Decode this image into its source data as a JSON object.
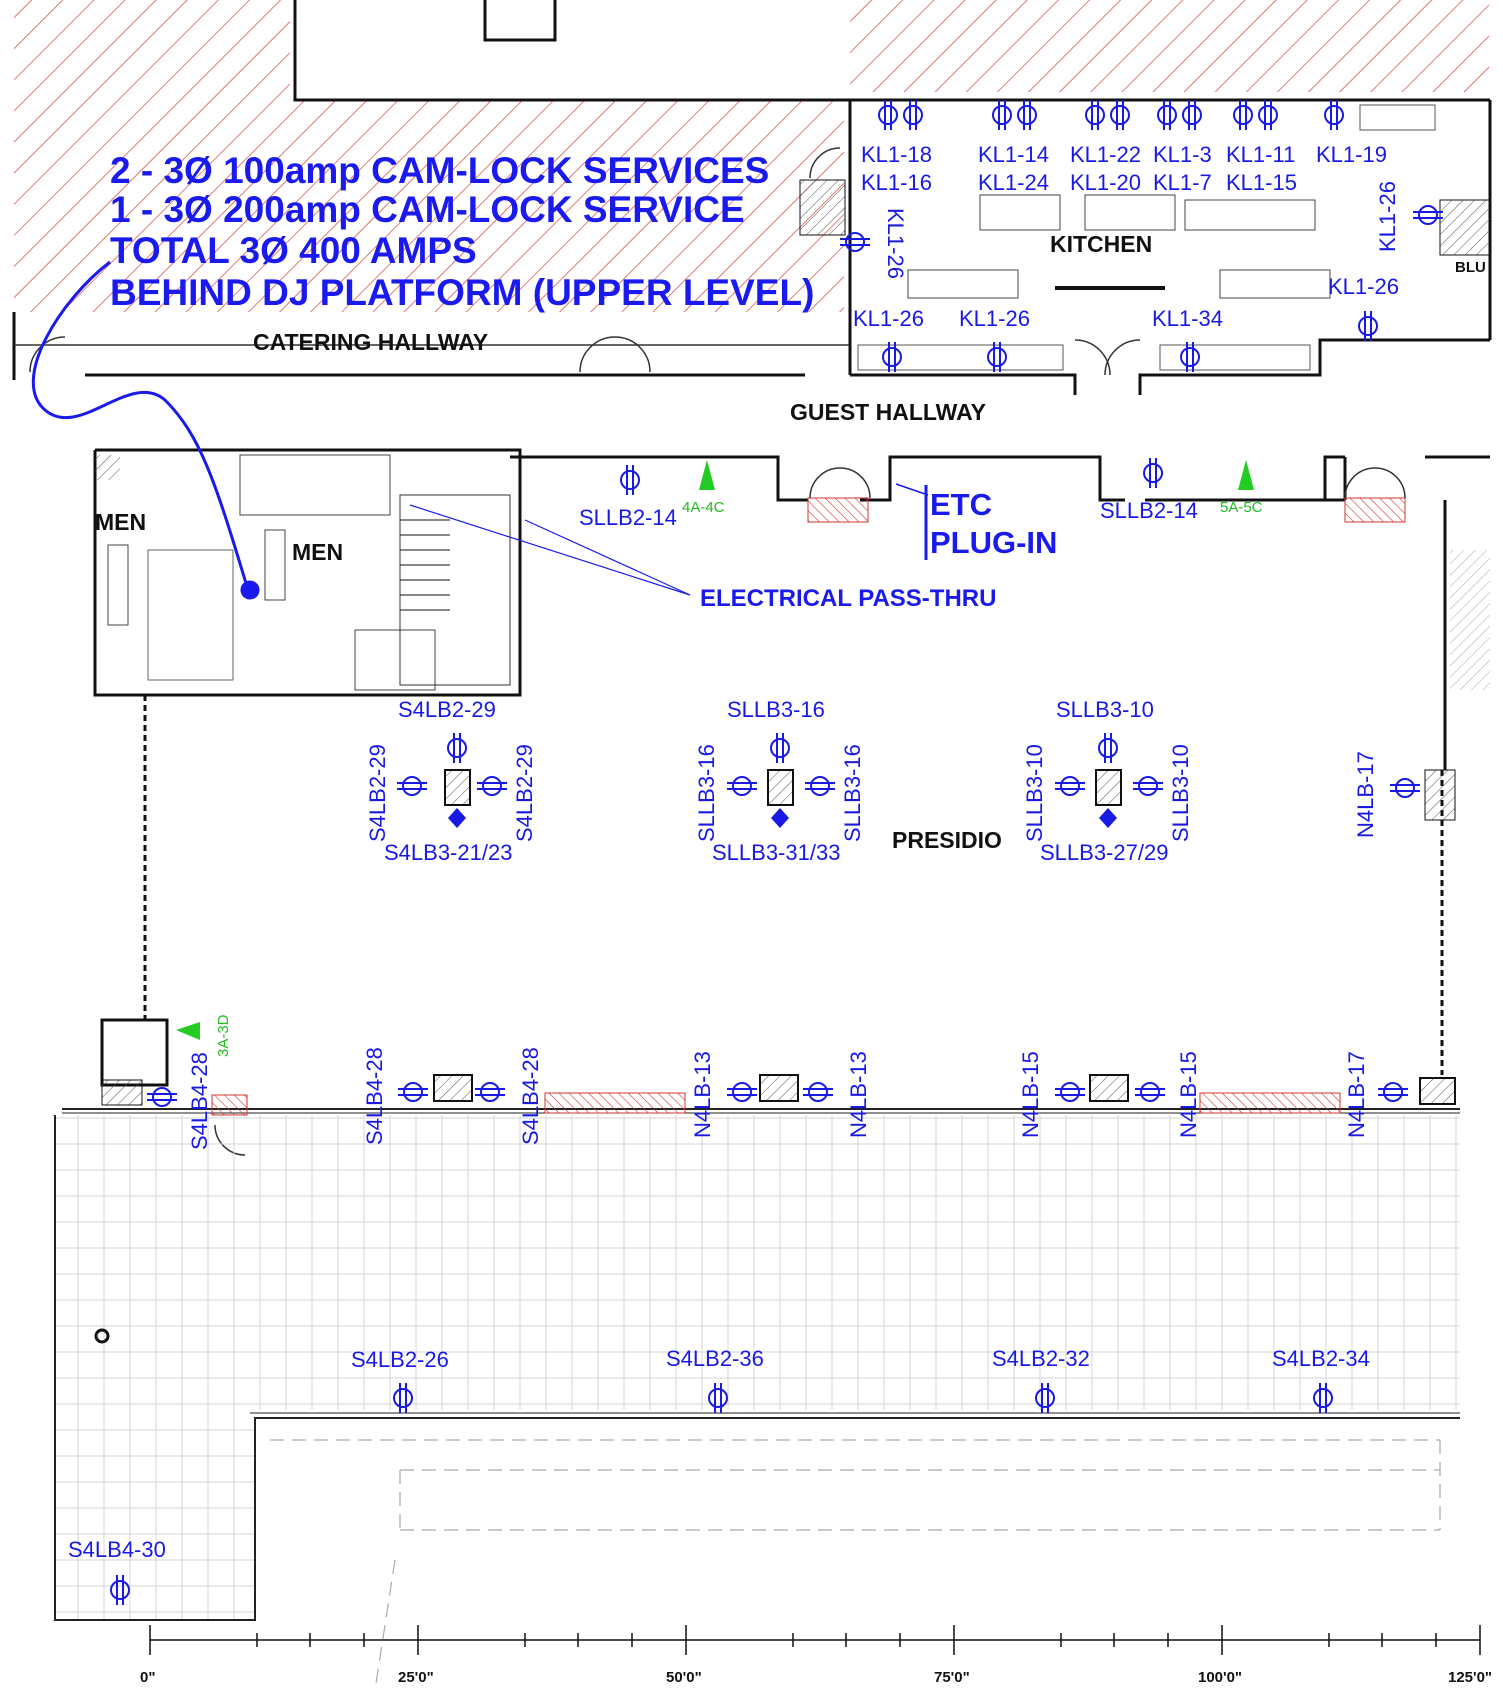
{
  "notes": {
    "service_line1": "2 - 3Ø 100amp CAM-LOCK SERVICES",
    "service_line2": "1 - 3Ø 200amp CAM-LOCK SERVICE",
    "service_line3": "TOTAL 3Ø 400 AMPS",
    "service_line4": "BEHIND DJ PLATFORM (UPPER LEVEL)",
    "etc_line1": "ETC",
    "etc_line2": "PLUG-IN",
    "pass_thru": "ELECTRICAL PASS-THRU"
  },
  "rooms": {
    "catering_hallway": "CATERING HALLWAY",
    "guest_hallway": "GUEST HALLWAY",
    "kitchen": "KITCHEN",
    "men_left": "MEN",
    "men_right": "MEN",
    "presidio": "PRESIDIO",
    "blu_partial": "BLU"
  },
  "kitchen_circuits": {
    "kl1_18": "KL1-18",
    "kl1_16": "KL1-16",
    "kl1_14": "KL1-14",
    "kl1_24": "KL1-24",
    "kl1_22": "KL1-22",
    "kl1_20": "KL1-20",
    "kl1_3": "KL1-3",
    "kl1_7": "KL1-7",
    "kl1_11": "KL1-11",
    "kl1_15": "KL1-15",
    "kl1_19": "KL1-19",
    "kl1_26_vert_a": "KL1-26",
    "kl1_26_vert_b": "KL1-26",
    "kl1_26_right": "KL1-26",
    "kl1_26_low_a": "KL1-26",
    "kl1_26_low_b": "KL1-26",
    "kl1_34": "KL1-34"
  },
  "circuits": {
    "sllb2_14_a": "SLLB2-14",
    "sllb2_14_b": "SLLB2-14",
    "s4lb2_29_top": "S4LB2-29",
    "s4lb2_29_left": "S4LB2-29",
    "s4lb2_29_right": "S4LB2-29",
    "s4lb3_21_23": "S4LB3-21/23",
    "sllb3_16_top": "SLLB3-16",
    "sllb3_16_left": "SLLB3-16",
    "sllb3_16_right": "SLLB3-16",
    "sllb3_31_33": "SLLB3-31/33",
    "sllb3_10_top": "SLLB3-10",
    "sllb3_10_left": "SLLB3-10",
    "sllb3_10_right": "SLLB3-10",
    "sllb3_27_29": "SLLB3-27/29",
    "n4lb_17_upper": "N4LB-17",
    "s4lb4_28_a": "S4LB4-28",
    "s4lb4_28_b": "S4LB4-28",
    "s4lb4_28_c": "S4LB4-28",
    "n4lb_13_a": "N4LB-13",
    "n4lb_13_b": "N4LB-13",
    "n4lb_15_a": "N4LB-15",
    "n4lb_15_b": "N4LB-15",
    "n4lb_17_lower": "N4LB-17",
    "s4lb2_26": "S4LB2-26",
    "s4lb2_36": "S4LB2-36",
    "s4lb2_32": "S4LB2-32",
    "s4lb2_34": "S4LB2-34",
    "s4lb4_30": "S4LB4-30"
  },
  "markers": {
    "m_4a_4c": "4A-4C",
    "m_5a_5c": "5A-5C",
    "m_3a_3d": "3A-3D"
  },
  "scale": {
    "labels": [
      "0\"",
      "25'0\"",
      "50'0\"",
      "75'0\"",
      "100'0\"",
      "125'0\""
    ]
  },
  "colors": {
    "circuit_text": "#1919e6",
    "marker_green": "#22bb22",
    "hatch_red": "#d0342c"
  }
}
